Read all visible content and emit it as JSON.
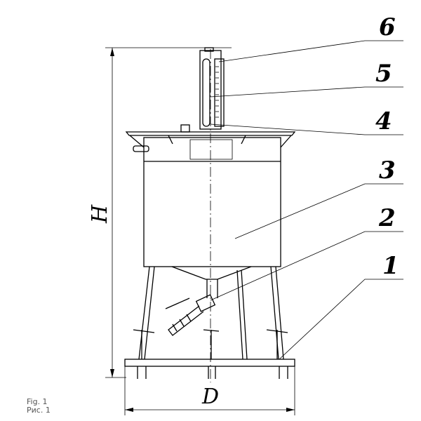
{
  "figure": {
    "callouts": [
      "1",
      "2",
      "3",
      "4",
      "5",
      "6"
    ],
    "dimensions": {
      "height": "H",
      "diameter": "D"
    },
    "caption_en": "Fig. 1",
    "caption_ru": "Рис. 1"
  }
}
